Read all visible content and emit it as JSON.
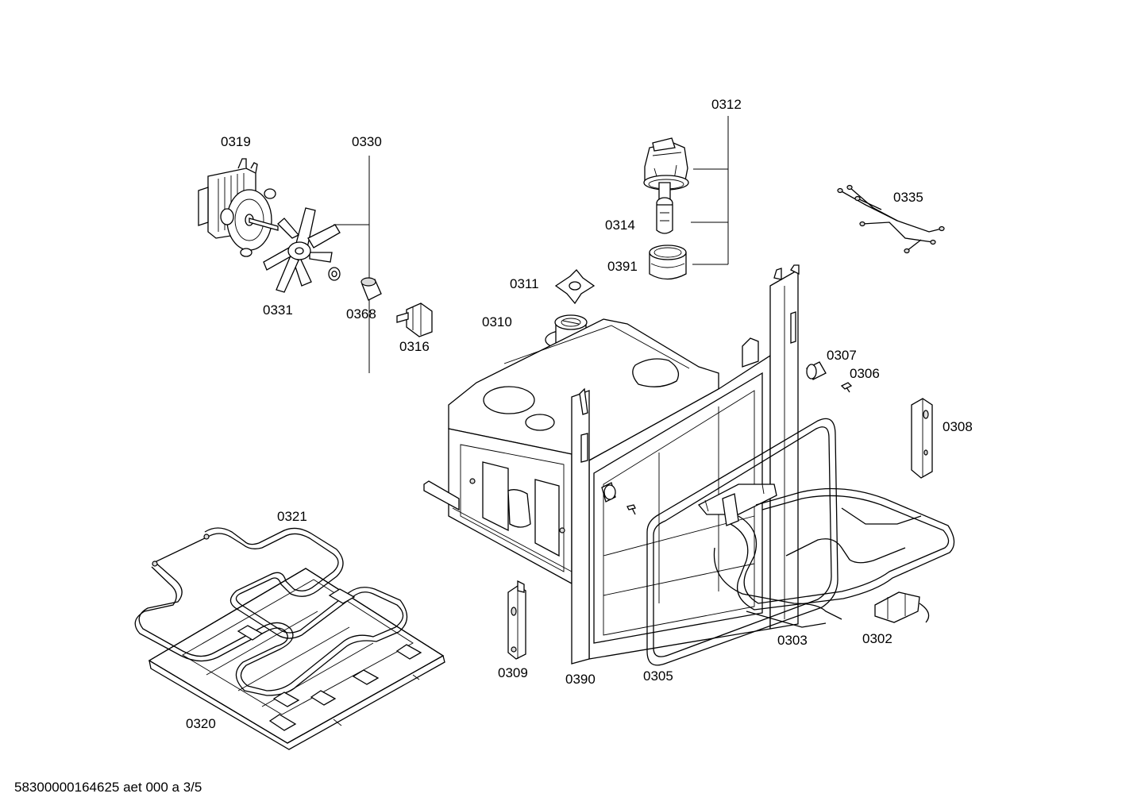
{
  "labels": {
    "p0319": "0319",
    "p0330": "0330",
    "p0331": "0331",
    "p0368": "0368",
    "p0316": "0316",
    "p0312": "0312",
    "p0314": "0314",
    "p0391": "0391",
    "p0335": "0335",
    "p0311": "0311",
    "p0310": "0310",
    "p0307": "0307",
    "p0306": "0306",
    "p0308": "0308",
    "p0321": "0321",
    "p0320": "0320",
    "p0309": "0309",
    "p0390": "0390",
    "p0305": "0305",
    "p0303": "0303",
    "p0302": "0302"
  },
  "footer": {
    "doc_code": "58300000164625 aet 000 a 3/5"
  }
}
